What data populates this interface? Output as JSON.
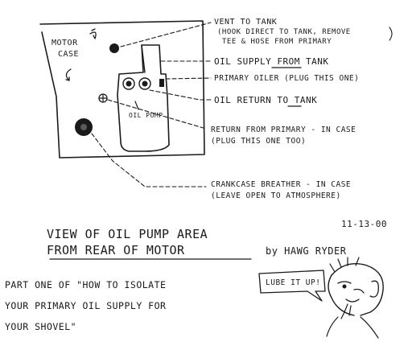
{
  "diagram": {
    "motor_case_label": [
      "MOTOR",
      "CASE"
    ],
    "pump_label": "OIL PUMP",
    "callouts": [
      {
        "lines": [
          "VENT TO TANK",
          "(HOOK DIRECT TO TANK, REMOVE",
          "TEE & HOSE FROM PRIMARY"
        ]
      },
      {
        "lines": [
          "OIL SUPPLY FROM TANK"
        ]
      },
      {
        "lines": [
          "PRIMARY OILER (PLUG THIS ONE)"
        ]
      },
      {
        "lines": [
          "OIL RETURN TO TANK"
        ]
      },
      {
        "lines": [
          "RETURN FROM PRIMARY - IN CASE",
          "(PLUG THIS ONE TOO)"
        ]
      },
      {
        "lines": [
          "CRANKCASE BREATHER - IN CASE",
          "(LEAVE OPEN TO ATMOSPHERE)"
        ]
      }
    ]
  },
  "caption": {
    "title_line1": "VIEW OF OIL PUMP AREA",
    "title_line2": "FROM REAR OF MOTOR",
    "author": "by HAWG RYDER",
    "date": "11-13-00",
    "subtitle": [
      "PART ONE OF \"HOW TO ISOLATE",
      "YOUR PRIMARY OIL SUPPLY FOR",
      "YOUR SHOVEL\""
    ],
    "speech_bubble": "LUBE IT UP!"
  }
}
